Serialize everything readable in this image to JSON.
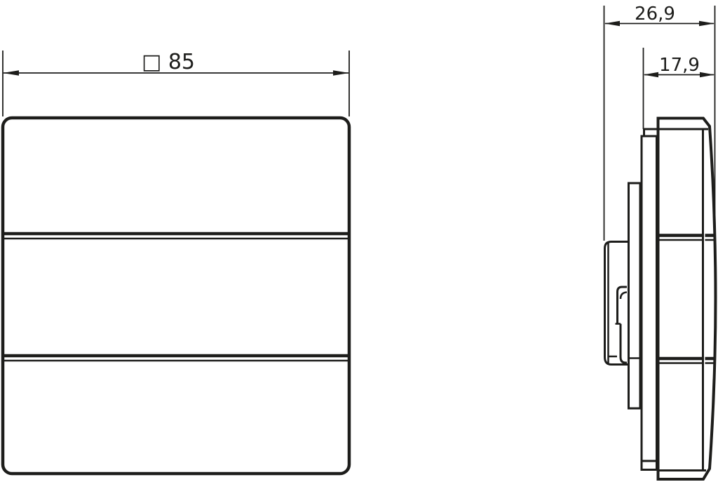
{
  "drawing": {
    "type": "technical-dimension-drawing",
    "views": {
      "front_view": {
        "shape": "rounded square push-button plate",
        "rocker_segments": 3,
        "width_dimension_label": "□ 85"
      },
      "side_view": {
        "shape": "wall switch side profile with flush-mount insert",
        "total_depth_label": "26,9",
        "front_protrusion_label": "17,9"
      }
    },
    "colors": {
      "line": "#1d1d1b",
      "background": "#ffffff"
    }
  }
}
